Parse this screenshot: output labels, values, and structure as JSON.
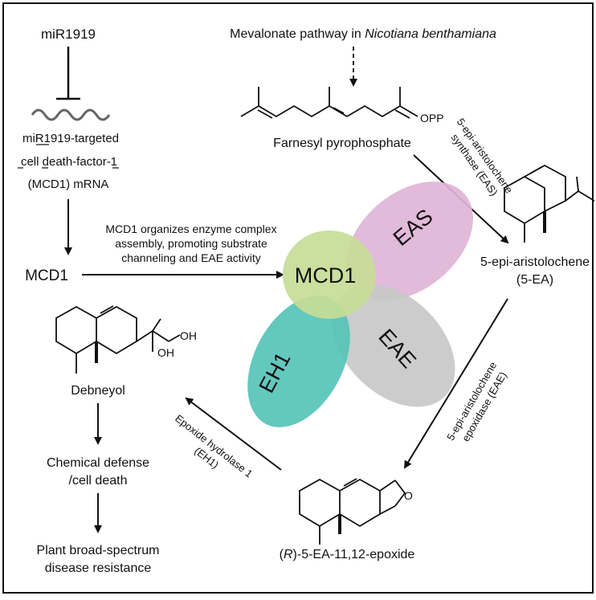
{
  "left_column": {
    "mirna": "miR1919",
    "mrna_line1": "miR1919-targeted",
    "mrna_line2": "cell death-factor-1",
    "mrna_line3": "(MCD1) mRNA",
    "protein": "MCD1",
    "role_line1": "MCD1 organizes enzyme complex",
    "role_line2": "assembly, promoting substrate",
    "role_line3": "channeling and EAE activity"
  },
  "top": {
    "pathway_prefix": "Mevalonate pathway in ",
    "pathway_species": "Nicotiana benthamiana",
    "fpp_label": "Farnesyl pyrophosphate",
    "opp": "OPP"
  },
  "complex": {
    "mcd1": "MCD1",
    "eas": "EAS",
    "eh1": "EH1",
    "eae": "EAE",
    "colors": {
      "mcd1": "#c7dc97",
      "eas": "#e0b4d7",
      "eh1": "#56c3b8",
      "eae": "#c8c8c8"
    }
  },
  "steps": {
    "eas_line1": "5-epi-aristolochene",
    "eas_line2": "synthase (EAS)",
    "eae_line1": "5-epi-aristolochene",
    "eae_line2": "epoxidase (EAE)",
    "eh1_line1": "Epoxide hydrolase 1",
    "eh1_line2": "(EH1)"
  },
  "compounds": {
    "ea_line1": "5-epi-aristolochene",
    "ea_line2": "(5-EA)",
    "epoxide_r": "R",
    "epoxide_rest": "-5-EA-11,12-epoxide",
    "debneyol": "Debneyol",
    "oh1": "OH",
    "oh2": "OH",
    "epoxide_o": "O"
  },
  "outcomes": {
    "defense_line1": "Chemical defense",
    "defense_line2": "/cell death",
    "resistance_line1": "Plant broad-spectrum",
    "resistance_line2": "disease resistance"
  }
}
